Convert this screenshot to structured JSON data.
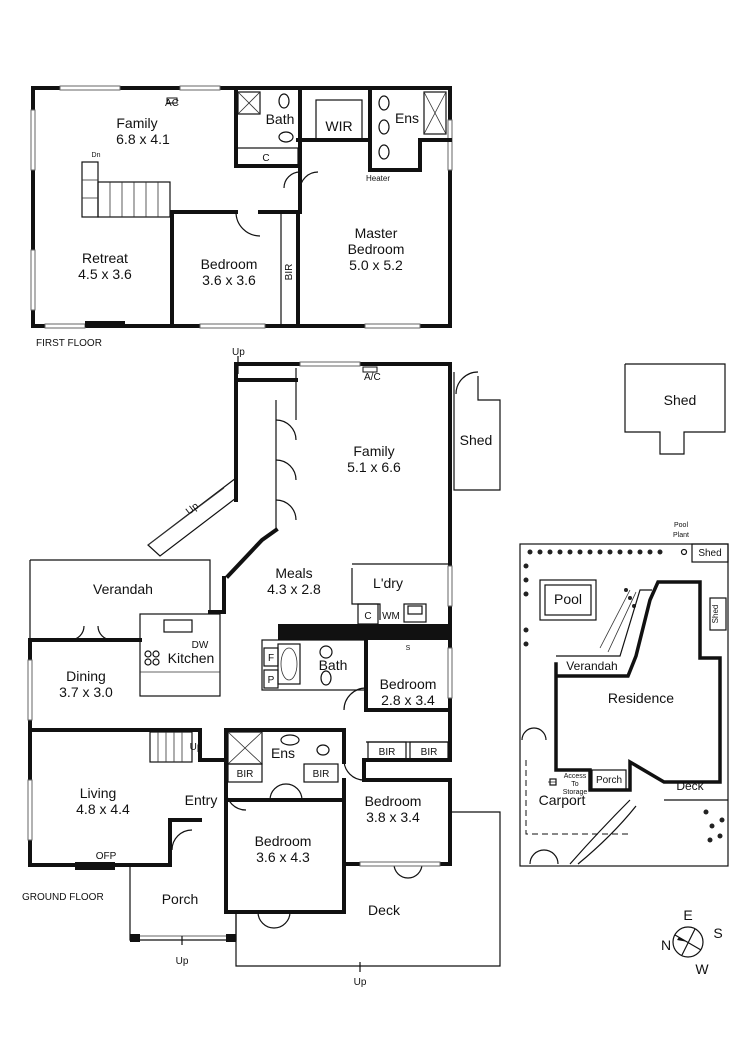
{
  "first_floor": {
    "label": "FIRST FLOOR",
    "family": {
      "name": "Family",
      "size": "6.8 x 4.1"
    },
    "retreat": {
      "name": "Retreat",
      "size": "4.5 x 3.6"
    },
    "bedroom": {
      "name": "Bedroom",
      "size": "3.6 x 3.6"
    },
    "master": {
      "name1": "Master",
      "name2": "Bedroom",
      "size": "5.0 x 5.2"
    },
    "bath": "Bath",
    "wir": "WIR",
    "ens": "Ens",
    "ac": "AC",
    "c": "C",
    "dn": "Dn",
    "heater": "Heater",
    "bir": "BIR"
  },
  "ground_floor": {
    "label": "GROUND FLOOR",
    "up": "Up",
    "ac": "A/C",
    "shed": "Shed",
    "family": {
      "name": "Family",
      "size": "5.1 x 6.6"
    },
    "verandah": "Verandah",
    "meals": {
      "name": "Meals",
      "size": "4.3 x 2.8"
    },
    "laundry": "L'dry",
    "c": "C",
    "wm": "WM",
    "s": "S",
    "dw": "DW",
    "kitchen": "Kitchen",
    "dining": {
      "name": "Dining",
      "size": "3.7 x 3.0"
    },
    "bath": "Bath",
    "f": "F",
    "p": "P",
    "bedroom_small": {
      "name": "Bedroom",
      "size": "2.8 x 3.4"
    },
    "bir": "BIR",
    "ens": "Ens",
    "living": {
      "name": "Living",
      "size": "4.8 x 4.4"
    },
    "entry": "Entry",
    "bedroom_mid": {
      "name": "Bedroom",
      "size": "3.6 x 4.3"
    },
    "bedroom_right": {
      "name": "Bedroom",
      "size": "3.8 x 3.4"
    },
    "ofp": "OFP",
    "porch": "Porch",
    "deck": "Deck"
  },
  "shed_top": "Shed",
  "site_plan": {
    "pool_plant1": "Pool",
    "pool_plant2": "Plant",
    "shed": "Shed",
    "pool": "Pool",
    "verandah": "Verandah",
    "residence": "Residence",
    "access1": "Access",
    "access2": "To",
    "access3": "Storage",
    "porch": "Porch",
    "carport": "Carport",
    "deck": "Deck"
  },
  "compass": {
    "n": "N",
    "e": "E",
    "s": "S",
    "w": "W"
  }
}
